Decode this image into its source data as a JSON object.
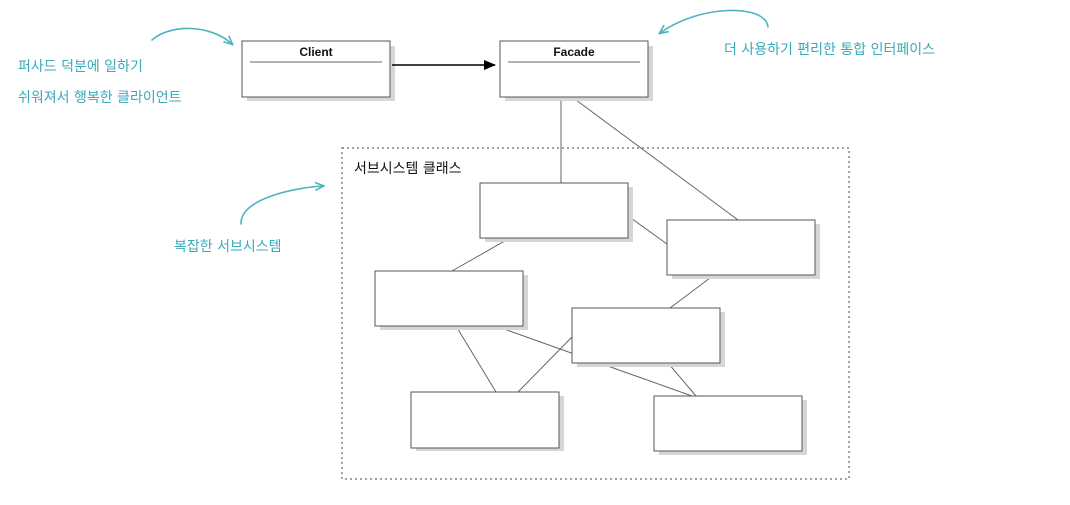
{
  "classes": {
    "client": "Client",
    "facade": "Facade"
  },
  "subsystem": {
    "title": "서브시스템 클래스"
  },
  "annotations": {
    "client_line1": "퍼사드 덕분에 일하기",
    "client_line2": "쉬워져서 행복한 클라이언트",
    "facade": "더 사용하기 편리한 통합 인터페이스",
    "subsystem": "복잡한 서브시스템"
  },
  "colors": {
    "annotation": "#3aa9b8",
    "arrow": "#000000",
    "shadow": "#d6d6d6"
  }
}
